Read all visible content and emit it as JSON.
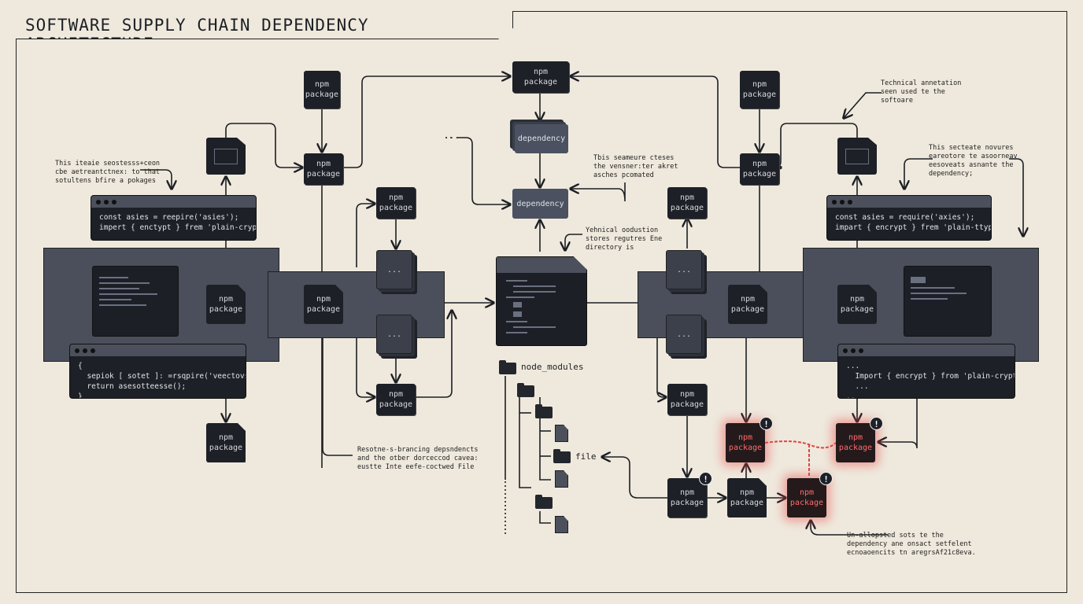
{
  "title": "SOFTWARE SUPPLY CHAIN DEPENDENCY ARCHITECTURE",
  "labels": {
    "npm": "npm",
    "package": "package",
    "dependency": "dependency",
    "ellipsis": "...",
    "node_modules": "node_modules",
    "file": "file",
    "bad_npm": "npm",
    "bad_package": "package"
  },
  "code_blocks": {
    "left_top": "const asies = reepire('asies');\nimpert { enctypt } frem 'plain-crypte-js'",
    "left_bottom": "{\n  sepiok [ sotet ]: =rsqpire('veectovspet');\n  return asesotteesse();\n}",
    "right_top": "const asies = require('axies');\nimpart { encrypt } frem 'plain-ttypto-js';",
    "right_bottom": "...\n  Import { encrypt } from 'plain-cryptee-js';\n  ...\n.."
  },
  "annotations": {
    "left": "This iteaie seostesss+ceon\ncbe aetreantctnex: to that\nsotultens bfire a pokages",
    "center_top": "Tbis seameure cteses\nthe vensner:ter akret\nasches pcomated",
    "center_mid": "Yehnical oodustion\nstores regutres Ene\ndirectory is",
    "bottom_left": "Resotne-s-brancing depsndencts\nand the otber dorceccod cavea:\neustte Inte eefe-coctwed File",
    "right_top": "Technical annetation\nseen used te the\nsoftoare",
    "right_mid": "This secteate novures\neareotore te asoorneav\neesoveats asnante the\ndependency;",
    "bottom_right": "Un-allopsted sots te the\ndependency ane onsact setfelent\necnoaoencits tn aregrsAf21c8eva."
  },
  "warning_icon": "!",
  "colors": {
    "background": "#efe9dd",
    "node": "#1d2027",
    "hub": "#4a4f5b",
    "danger": "#e64646"
  }
}
